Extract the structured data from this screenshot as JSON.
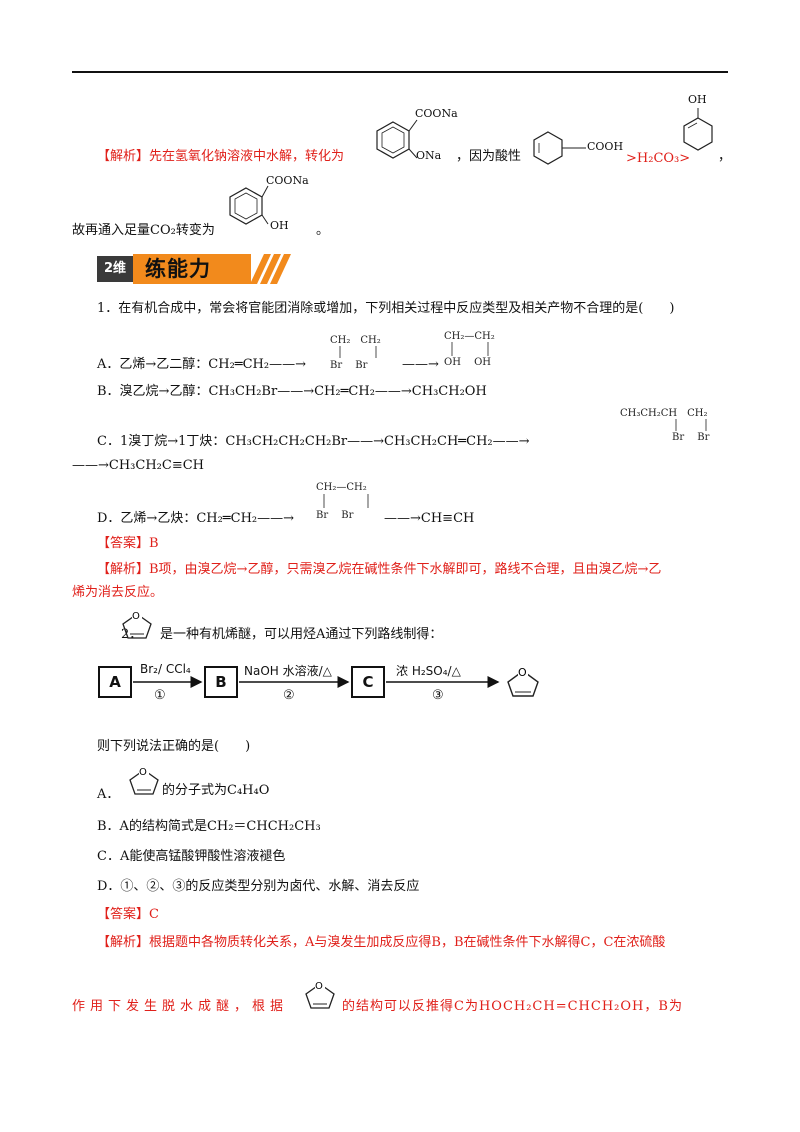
{
  "sec_a": {
    "l1_head": "【解析】先在氢氧化钠溶液中水解，转化为",
    "l1_comma": "，因为酸性",
    "l1_h2co3": ">H₂CO₃>",
    "l1_end": "，",
    "l2_head": "故再通入足量CO₂转变为",
    "l2_end": "。",
    "s1_top": "COONa",
    "s1_bottom": "ONa",
    "s2_right": "COOH",
    "s3_top": "OH",
    "s4_top": "COONa",
    "s4_bottom": "OH"
  },
  "banner": {
    "tag": "2维",
    "title": "练能力"
  },
  "q1": {
    "stem": "1．在有机合成中，常会将官能团消除或增加，下列相关过程中反应类型及相关产物不合理的是(　　)",
    "a_text": "A．乙烯→乙二醇：CH₂═CH₂——→",
    "a_f1_top": "CH₂　CH₂",
    "a_f1_bottom": "Br　 Br",
    "a_arrow2": "——→",
    "a_f2_top": "CH₂—CH₂",
    "a_f2_bottom": "OH　 OH",
    "b_text": "B．溴乙烷→乙醇：CH₃CH₂Br——→CH₂═CH₂——→CH₃CH₂OH",
    "c_text": "C．1溴丁烷→1丁炔：CH₃CH₂CH₂CH₂Br——→CH₃CH₂CH═CH₂——→",
    "c_f_top": "CH₃CH₂CH　CH₂",
    "c_f_bottom": "Br　 Br",
    "c_line2": "——→CH₃CH₂C≡CH",
    "d_text": "D．乙烯→乙炔：CH₂═CH₂——→",
    "d_f_top": "CH₂—CH₂",
    "d_f_bottom": "Br　 Br",
    "d_end": "——→CH≡CH",
    "answer": "【答案】B",
    "analysis_1": "【解析】B项，由溴乙烷→乙醇，只需溴乙烷在碱性条件下水解即可，路线不合理，且由溴乙烷→乙",
    "analysis_2": "烯为消去反应。"
  },
  "q2": {
    "stem_num": "2．",
    "stem_rest": "是一种有机烯醚，可以用烃A通过下列路线制得：",
    "box_a": "A",
    "box_b": "B",
    "box_c": "C",
    "cond1": "Br₂/ CCl₄",
    "cond2": "NaOH 水溶液/△",
    "cond3": "浓 H₂SO₄/△",
    "step1": "①",
    "step2": "②",
    "step3": "③",
    "ask": "则下列说法正确的是(　　)",
    "opt_a_pre": "A．",
    "opt_a_post": "的分子式为C₄H₄O",
    "opt_b": "B．A的结构简式是CH₂＝CHCH₂CH₃",
    "opt_c": "C．A能使高锰酸钾酸性溶液褪色",
    "opt_d": "D．①、②、③的反应类型分别为卤代、水解、消去反应",
    "answer": "【答案】C",
    "analysis_1": "【解析】根据题中各物质转化关系，A与溴发生加成反应得B，B在碱性条件下水解得C，C在浓硫酸",
    "analysis_2a": "作用下发生脱水成醚，根据",
    "analysis_2b": "的结构可以反推得C为HOCH₂CH=CHCH₂OH，B为"
  }
}
